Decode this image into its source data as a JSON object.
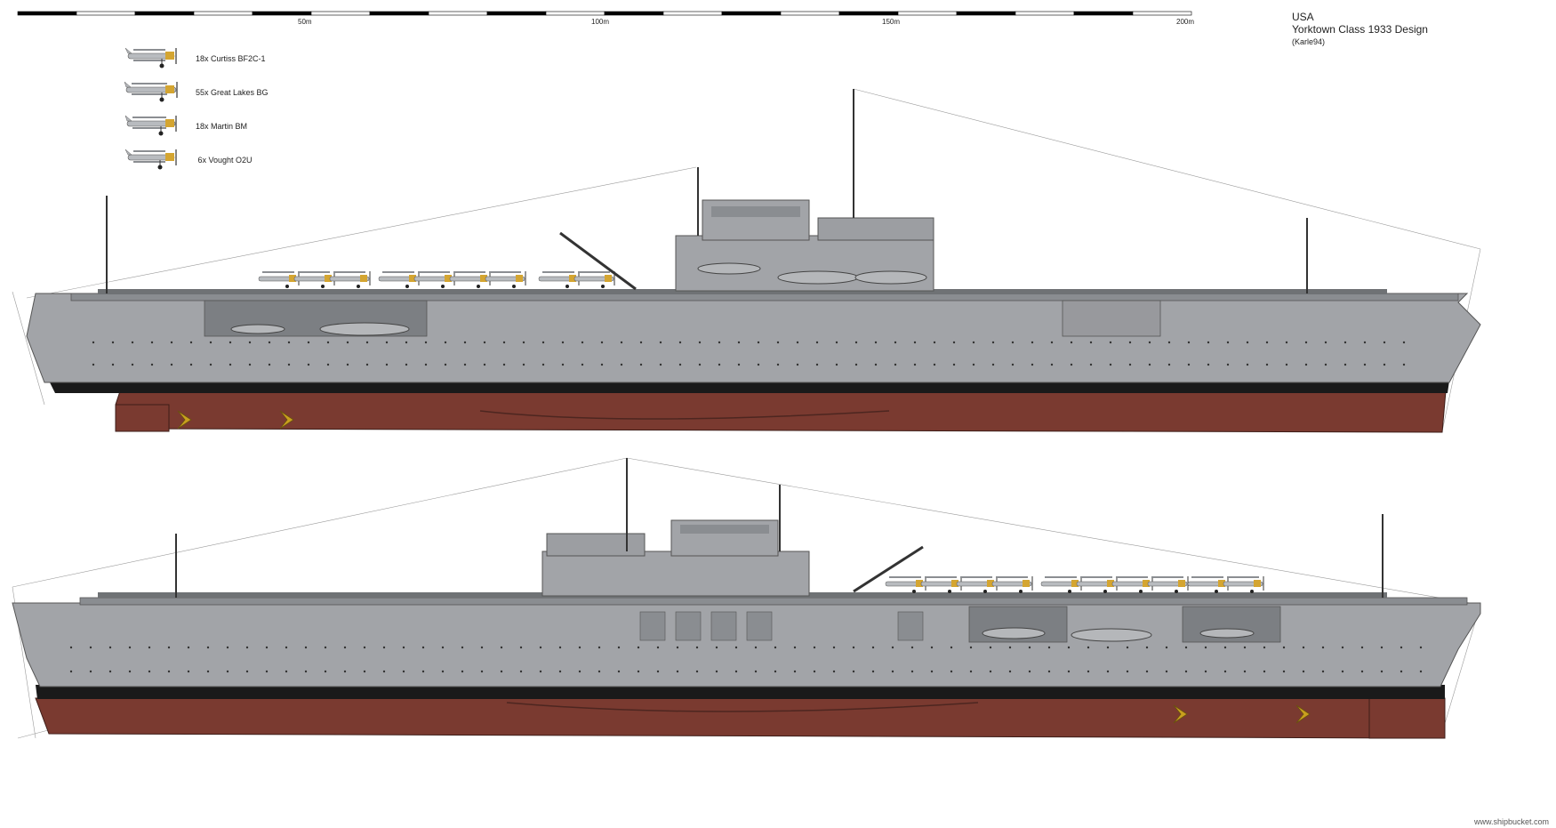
{
  "header": {
    "country": "USA",
    "title": "Yorktown Class 1933 Design",
    "author": "(Karle94)"
  },
  "scale_bar": {
    "labels": [
      "50m",
      "100m",
      "150m",
      "200m"
    ]
  },
  "legend": [
    {
      "label": "18x Curtiss BF2C-1"
    },
    {
      "label": "55x Great Lakes BG"
    },
    {
      "label": "18x Martin BM"
    },
    {
      "label": " 6x Vought O2U"
    }
  ],
  "colors": {
    "hull_gray": "#a2a4a8",
    "deck_dark": "#6f7275",
    "boot_black": "#1a1a1a",
    "hull_red": "#7a3a30",
    "propeller": "#c9a01e"
  },
  "footer": {
    "credit": "www.shipbucket.com"
  }
}
